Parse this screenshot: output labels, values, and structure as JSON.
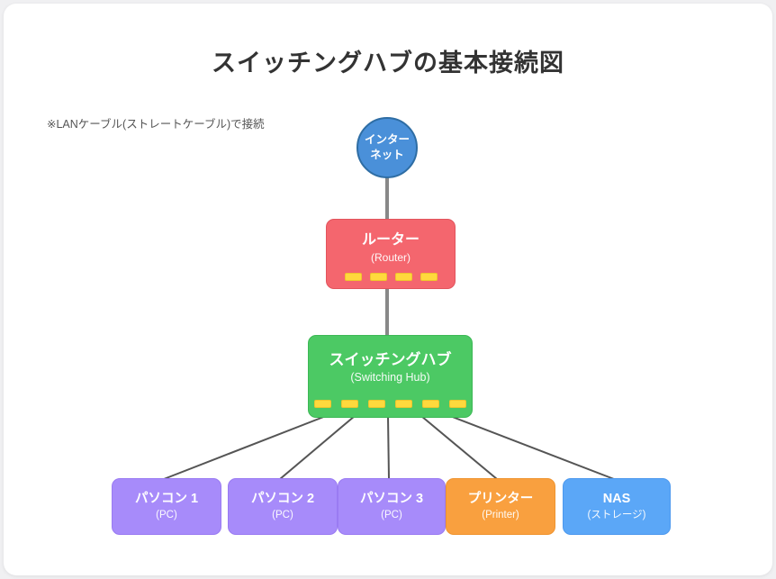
{
  "page": {
    "title": "スイッチングハブの基本接続図",
    "note": "※LANケーブル(ストレートケーブル)で接続",
    "background_color": "#f0f0f2",
    "card_color": "#ffffff"
  },
  "colors": {
    "internet": "#4a90d9",
    "internet_border": "#2e6da4",
    "router": "#f4666e",
    "hub": "#4cc964",
    "pc": "#a78bfa",
    "printer": "#f9a03f",
    "nas": "#5ba7f7",
    "port_led": "#ffd93d",
    "connector": "#555555",
    "trunk_connector": "#888888",
    "title_text": "#333333",
    "note_text": "#555555"
  },
  "nodes": {
    "internet": {
      "name": "インター\nネット",
      "line1": "インター",
      "line2": "ネット",
      "shape": "circle",
      "color": "#4a90d9"
    },
    "router": {
      "label_main": "ルーター",
      "label_sub": "(Router)",
      "shape": "rounded-rect",
      "color": "#f4666e",
      "port_count": 4
    },
    "hub": {
      "label_main": "スイッチングハブ",
      "label_sub": "(Switching Hub)",
      "shape": "rounded-rect",
      "color": "#4cc964",
      "port_count": 6
    },
    "devices": [
      {
        "id": "pc1",
        "label_main": "パソコン 1",
        "label_sub": "(PC)",
        "color": "#a78bfa",
        "kind": "pc"
      },
      {
        "id": "pc2",
        "label_main": "パソコン 2",
        "label_sub": "(PC)",
        "color": "#a78bfa",
        "kind": "pc"
      },
      {
        "id": "pc3",
        "label_main": "パソコン 3",
        "label_sub": "(PC)",
        "color": "#a78bfa",
        "kind": "pc"
      },
      {
        "id": "printer",
        "label_main": "プリンター",
        "label_sub": "(Printer)",
        "color": "#f9a03f",
        "kind": "printer"
      },
      {
        "id": "nas",
        "label_main": "NAS",
        "label_sub": "(ストレージ)",
        "color": "#5ba7f7",
        "kind": "nas"
      }
    ]
  },
  "connections": [
    {
      "from": "internet",
      "to": "router",
      "style": "vertical-trunk"
    },
    {
      "from": "router",
      "to": "hub",
      "style": "vertical-trunk"
    },
    {
      "from": "hub",
      "to": "pc1",
      "style": "fan"
    },
    {
      "from": "hub",
      "to": "pc2",
      "style": "fan"
    },
    {
      "from": "hub",
      "to": "pc3",
      "style": "fan"
    },
    {
      "from": "hub",
      "to": "printer",
      "style": "fan"
    },
    {
      "from": "hub",
      "to": "nas",
      "style": "fan"
    }
  ]
}
